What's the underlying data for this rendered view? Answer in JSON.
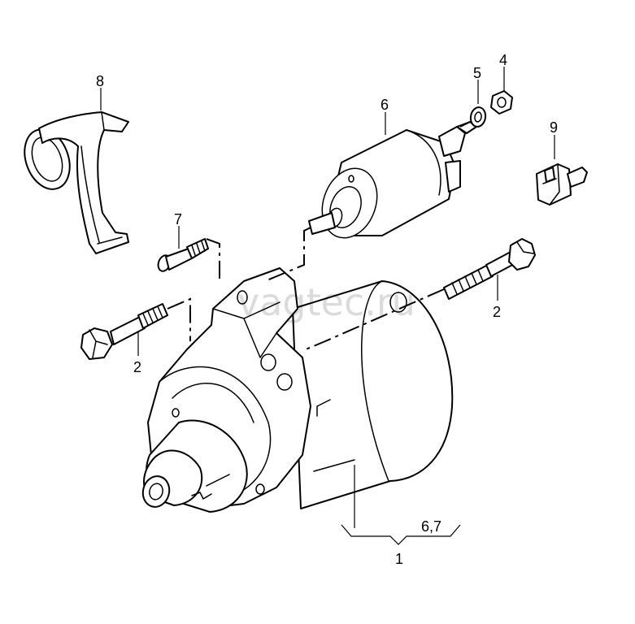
{
  "watermark": "vagtec.ru",
  "callouts": {
    "c1": "1",
    "c67": "6,7",
    "c2_left": "2",
    "c2_right": "2",
    "c4": "4",
    "c5": "5",
    "c6": "6",
    "c7": "7",
    "c8": "8",
    "c9": "9"
  },
  "colors": {
    "line": "#000000",
    "background": "#ffffff"
  }
}
